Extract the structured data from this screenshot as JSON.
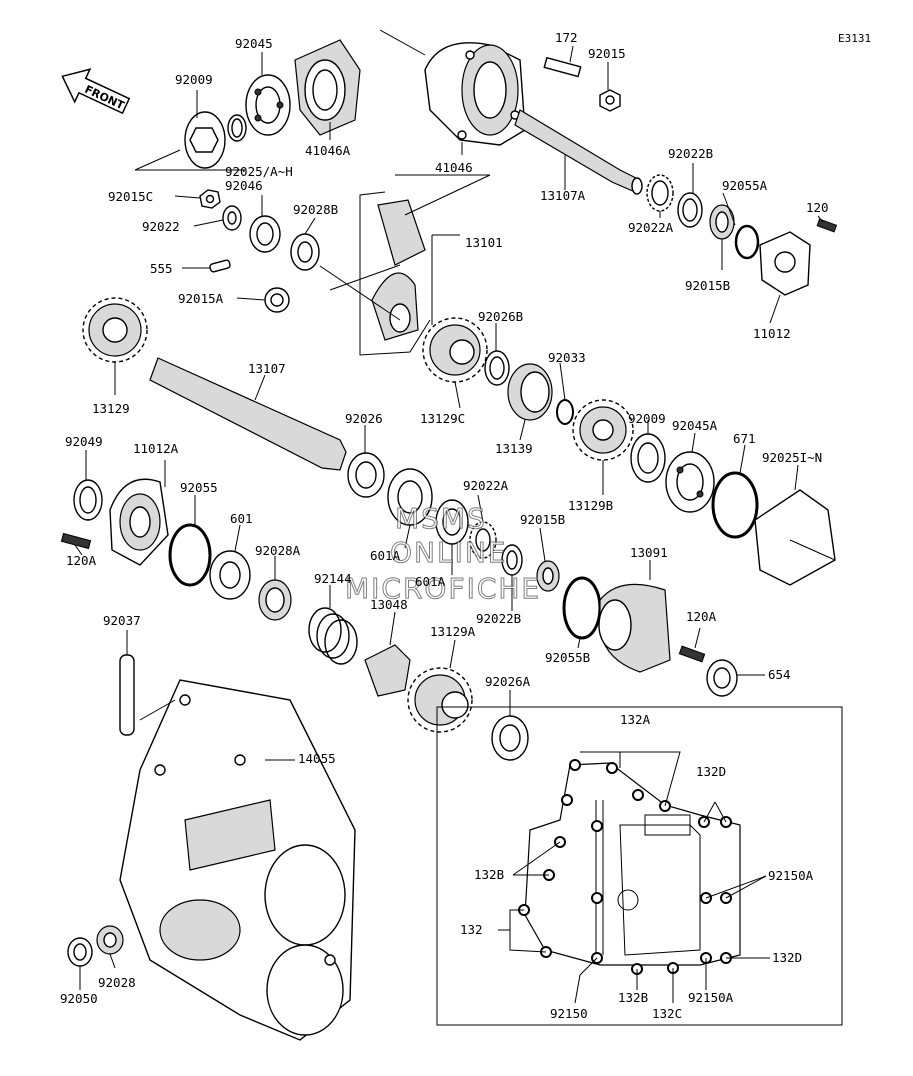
{
  "drawing_code": "E3131",
  "front_arrow_label": "FRONT",
  "watermark": [
    "MSMS",
    "ONLINE",
    "MICROFICHE"
  ],
  "labels": {
    "l172": "172",
    "l92015": "92015",
    "l92045": "92045",
    "l92009": "92009",
    "l41046A": "41046A",
    "l41046": "41046",
    "l92025AH": "92025/A~H",
    "l13107A": "13107A",
    "l92022B": "92022B",
    "l92055A": "92055A",
    "l120": "120",
    "l92015C": "92015C",
    "l92046": "92046",
    "l92028B": "92028B",
    "l92022": "92022",
    "l555": "555",
    "l13101": "13101",
    "l92015A": "92015A",
    "l92022A": "92022A",
    "l92015B": "92015B",
    "l11012": "11012",
    "l13129": "13129",
    "l13107": "13107",
    "l92026B": "92026B",
    "l92033": "92033",
    "l92026": "92026",
    "l13129C": "13129C",
    "l13139": "13139",
    "l92009b": "92009",
    "l92045A": "92045A",
    "l671": "671",
    "l92049": "92049",
    "l11012A": "11012A",
    "l92025IN": "92025I~N",
    "l92055": "92055",
    "l92022Ab": "92022A",
    "l13129B": "13129B",
    "l601": "601",
    "l92015Bb": "92015B",
    "l601A": "601A",
    "l601Ab": "601A",
    "l92028A": "92028A",
    "l120A": "120A",
    "l13091": "13091",
    "l92144": "92144",
    "l13048": "13048",
    "l92022Bb": "92022B",
    "l120Ab": "120A",
    "l92037": "92037",
    "l13129A": "13129A",
    "l92055B": "92055B",
    "l654": "654",
    "l92026A": "92026A",
    "l14055": "14055",
    "l132A": "132A",
    "l132D": "132D",
    "l132B": "132B",
    "l92150A": "92150A",
    "l132": "132",
    "l132Db": "132D",
    "l132Bb": "132B",
    "l92150Ab": "92150A",
    "l92050": "92050",
    "l92028": "92028",
    "l92150": "92150",
    "l132C": "132C"
  }
}
